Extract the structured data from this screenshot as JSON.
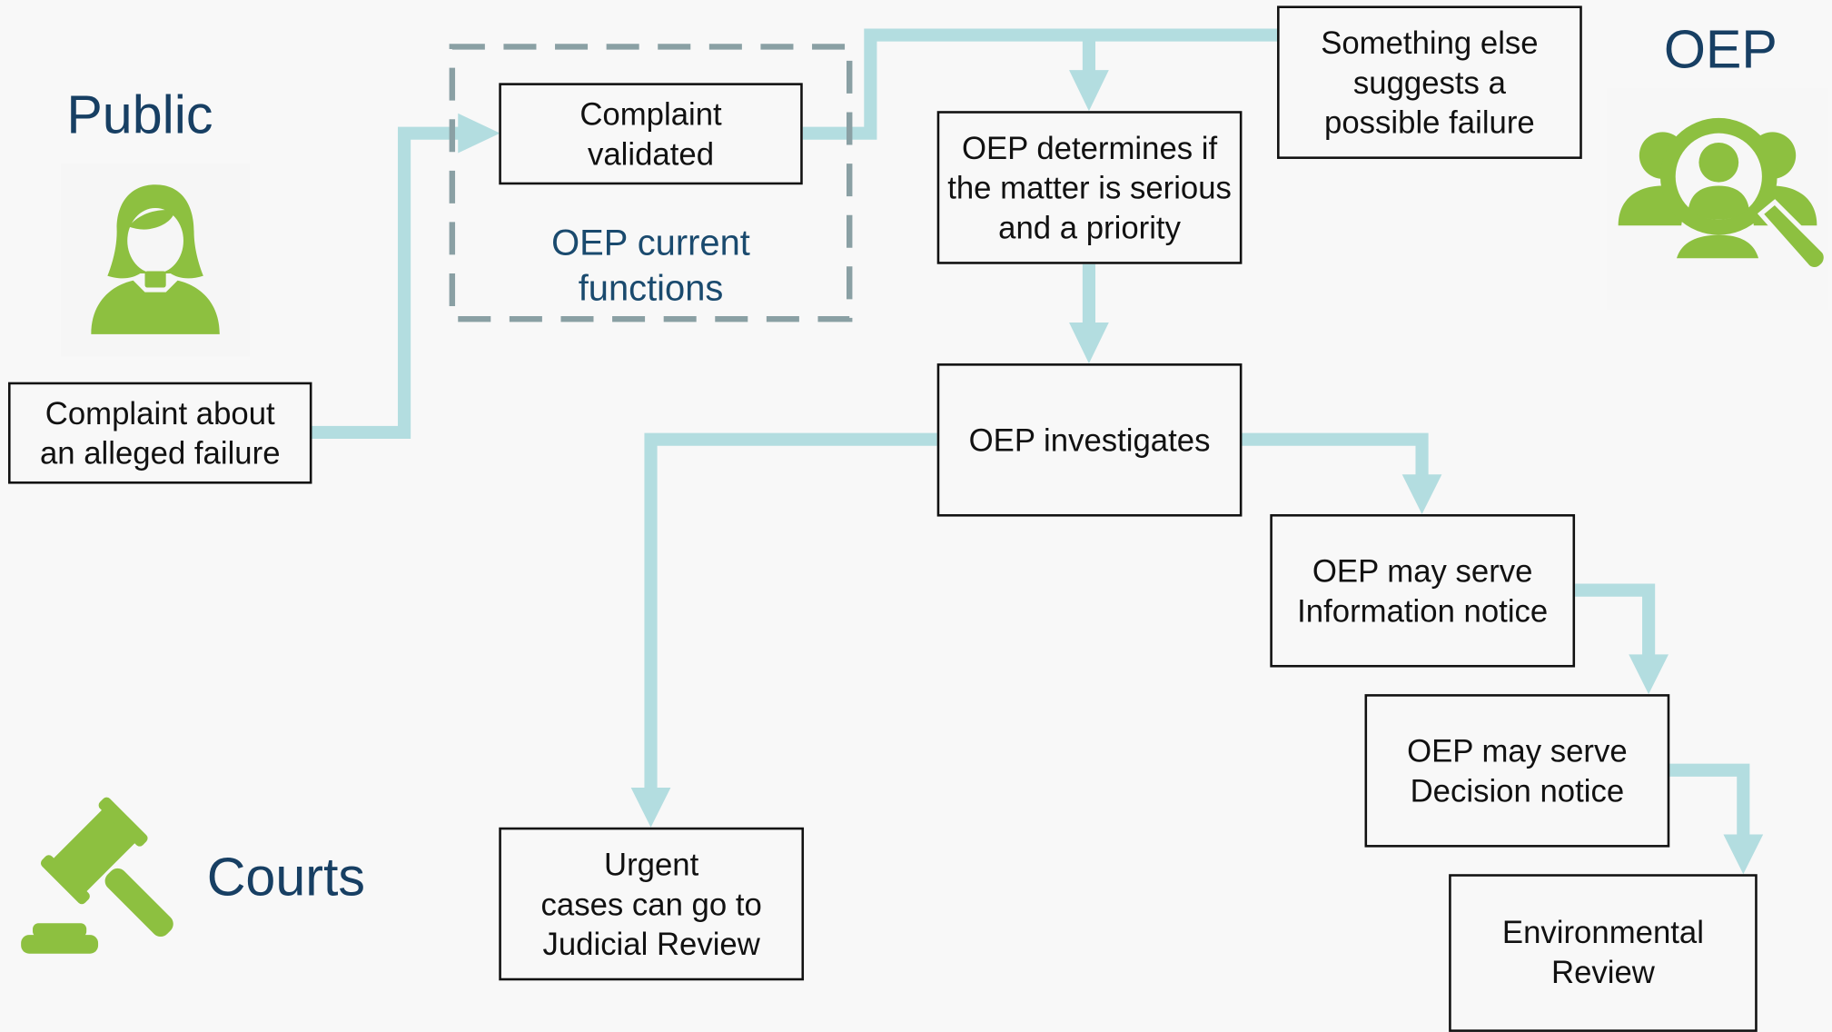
{
  "roles": {
    "public": "Public",
    "oep": "OEP",
    "courts": "Courts"
  },
  "boxes": {
    "complaint_failure": "Complaint about\nan alleged failure",
    "complaint_validated": "Complaint\nvalidated",
    "something_else": "Something else\nsuggests a\npossible failure",
    "oep_determines": "OEP determines if\nthe matter is serious\nand a priority",
    "oep_investigates": "OEP investigates",
    "information_notice": "OEP may serve\nInformation notice",
    "decision_notice": "OEP may serve\nDecision notice",
    "environmental_review": "Environmental\nReview",
    "judicial_review": "Urgent\ncases can go to\nJudicial Review"
  },
  "group_label": "OEP current\nfunctions",
  "icons": {
    "public": "person-icon",
    "oep": "magnifier-group-icon",
    "courts": "gavel-icon"
  },
  "colors": {
    "connector": "#b3dde0",
    "icon_green": "#8dc040",
    "dashed_border": "#8aa0a4",
    "role_text": "#173f63"
  }
}
